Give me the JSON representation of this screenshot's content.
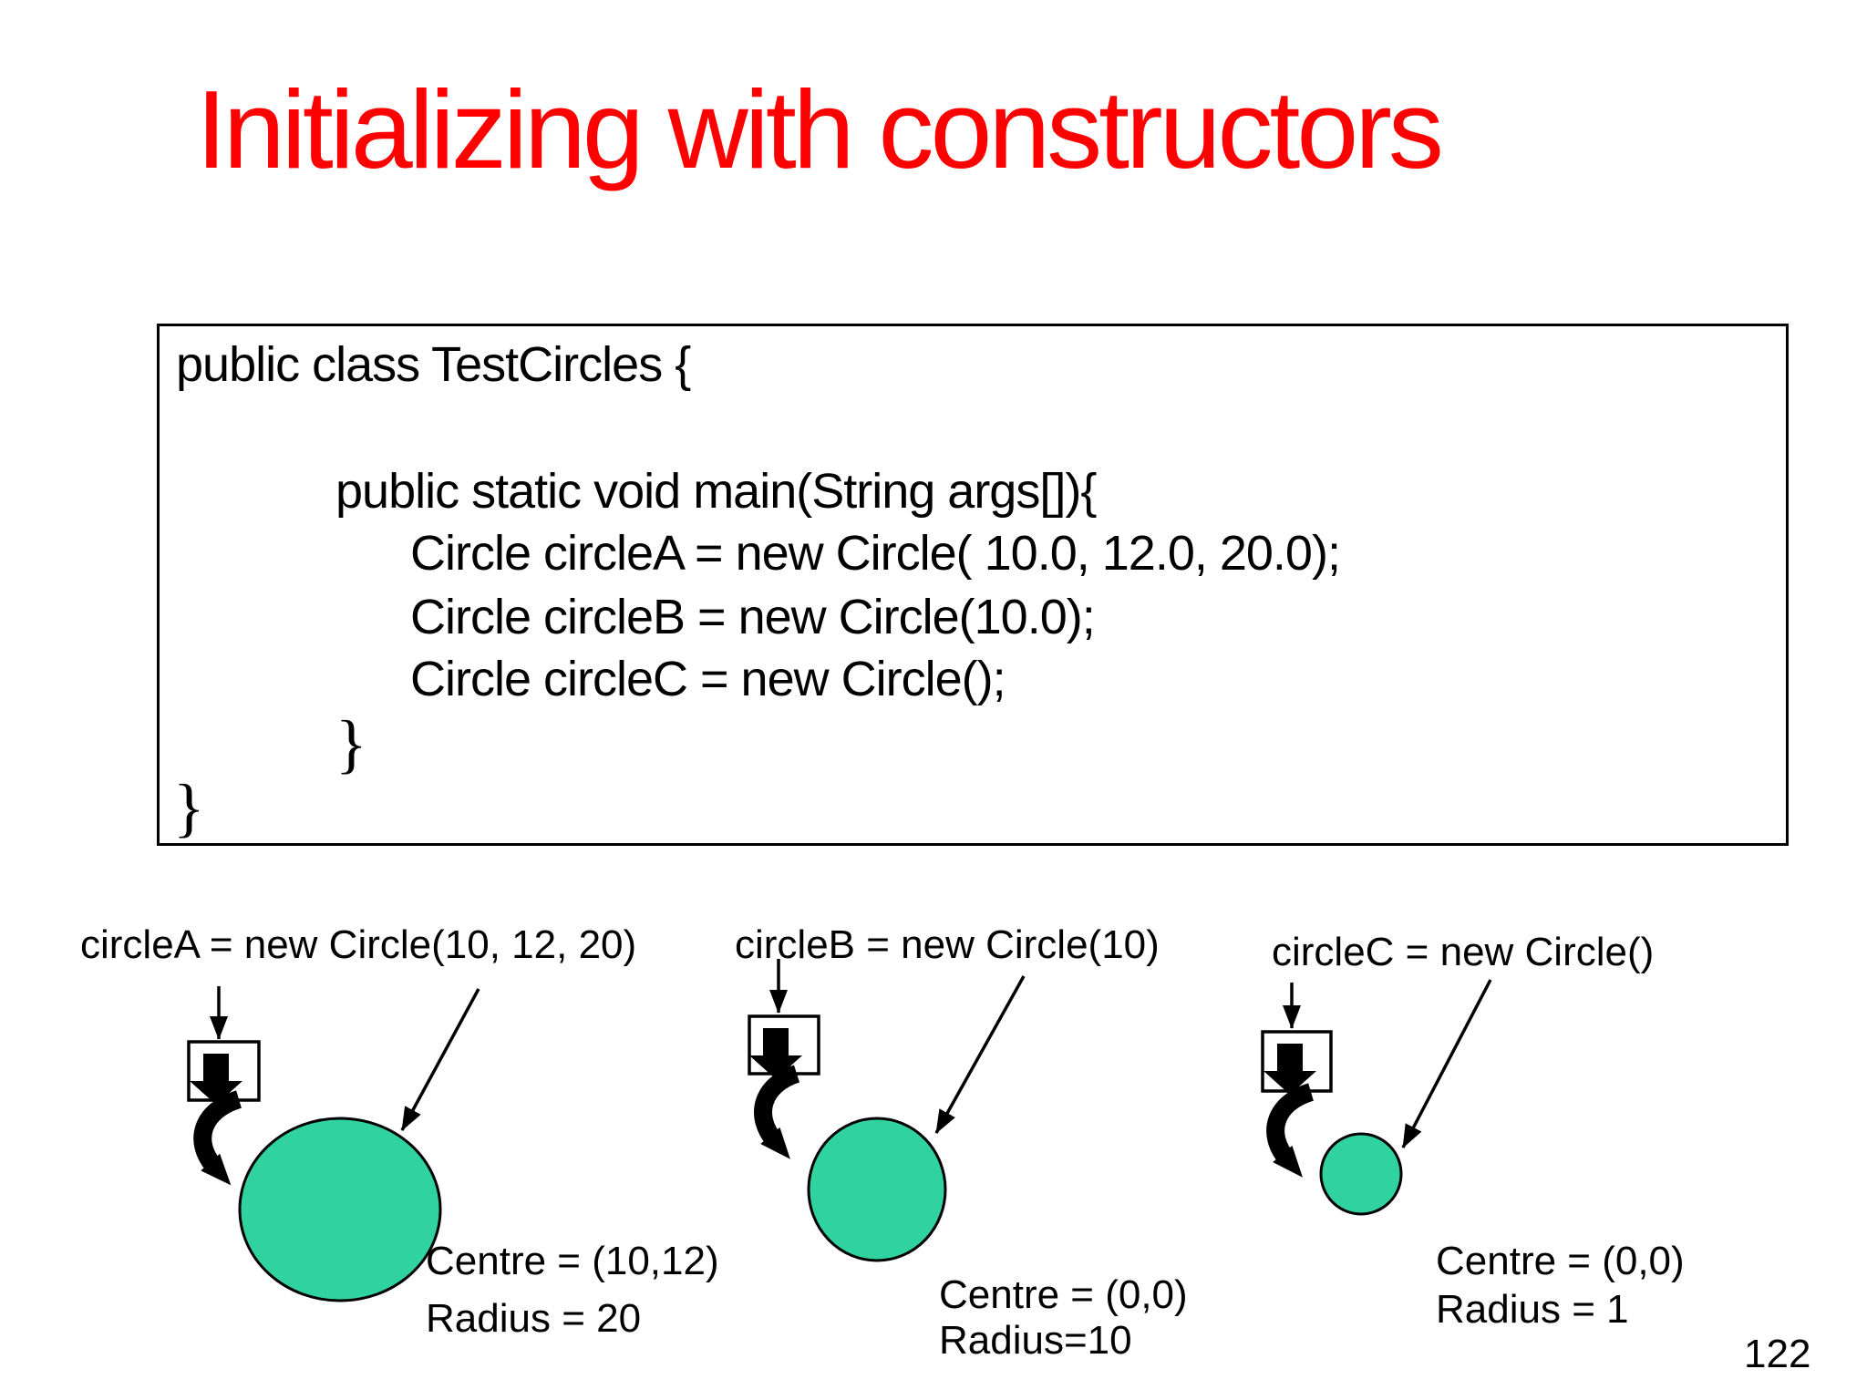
{
  "slide": {
    "title": "Initializing with constructors",
    "page_number": "122",
    "colors": {
      "title_red": "#ff0000",
      "circle_fill": "#30d2a0",
      "ink": "#000000"
    },
    "code_lines": [
      "public class TestCircles {",
      "public static void main(String args[]){",
      "Circle circleA = new Circle( 10.0, 12.0, 20.0);",
      "Circle circleB = new Circle(10.0);",
      "Circle circleC = new Circle();",
      "}",
      "}"
    ],
    "icons": {
      "label_arrow_icon": "thin-down-arrow",
      "value_arrow_icon": "thick-down-arrow-in-box",
      "reference_arrow_icon": "curved-arrow",
      "pointer_arrow_icon": "diagonal-arrow"
    },
    "diagrams": {
      "a": {
        "label": "circleA = new Circle(10, 12, 20)",
        "centre_line": "Centre = (10,12)",
        "radius_line": "Radius = 20"
      },
      "b": {
        "label": "circleB = new Circle(10)",
        "centre_line": "Centre = (0,0)",
        "radius_line": "Radius=10"
      },
      "c": {
        "label": "circleC = new Circle()",
        "centre_line": "Centre = (0,0)",
        "radius_line": "Radius = 1"
      }
    }
  }
}
